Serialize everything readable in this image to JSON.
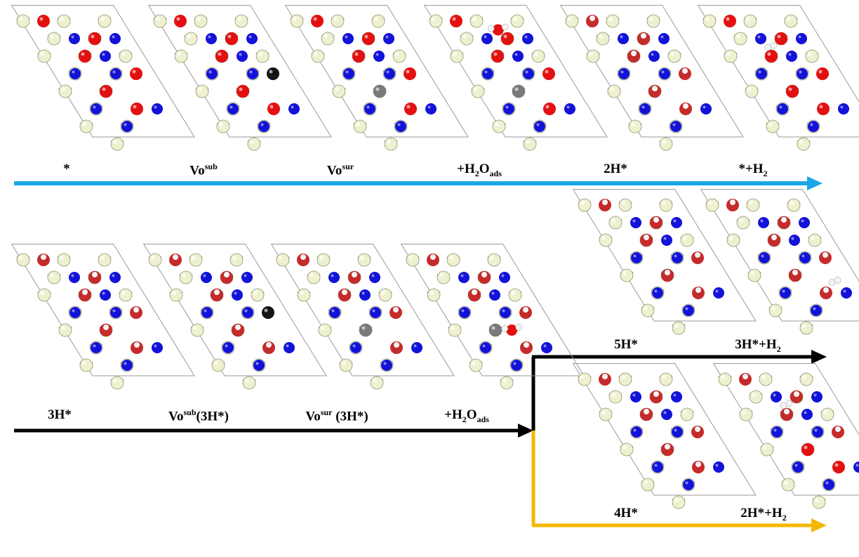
{
  "colors": {
    "zn": "#eef0cf",
    "zn_stroke": "#8f9470",
    "o": "#e41010",
    "o_h": "#c62b2b",
    "n": "#1212d8",
    "vac_sub": "#141414",
    "vac_sur": "#7a7a7a",
    "h": "#f4f4f4",
    "cell": "#9a9a9a",
    "row1_arrow": "#1ba7e6",
    "row2_arrow": "#000000",
    "branch_arrow": "#f5b800"
  },
  "rows": {
    "row1": {
      "panels": [
        {
          "label": "*",
          "state": "clean"
        },
        {
          "label": "Vo",
          "sup": "sub",
          "state": "vac_sub"
        },
        {
          "label": "Vo",
          "sup": "sur",
          "state": "vac_sur"
        },
        {
          "label": "+H",
          "sub1": "2",
          "label2": "O",
          "sub2": "ads",
          "state": "h2o_ads"
        },
        {
          "label": "2H*",
          "state": "h2"
        },
        {
          "label": "*+H",
          "sub1": "2",
          "state": "h2_release"
        }
      ]
    },
    "row2": {
      "panels": [
        {
          "label": "3H*",
          "state": "h3"
        },
        {
          "label": "Vo",
          "sup": "sub",
          "label2": "(3H*)",
          "state": "h3_vac_sub"
        },
        {
          "label": "Vo",
          "sup": "sur",
          "label2": " (3H*)",
          "state": "h3_vac_sur"
        },
        {
          "label": "+H",
          "sub1": "2",
          "label2": "O",
          "sub2": "ads",
          "state": "h3_h2o"
        }
      ]
    },
    "branch_upper": {
      "panels": [
        {
          "label": "5H*",
          "state": "h5"
        },
        {
          "label": "3H*+H",
          "sub1": "2",
          "state": "h3_release"
        }
      ]
    },
    "branch_lower": {
      "panels": [
        {
          "label": "4H*",
          "state": "h4"
        },
        {
          "label": "2H*+H",
          "sub1": "2",
          "state": "h2_release_b"
        }
      ]
    }
  }
}
